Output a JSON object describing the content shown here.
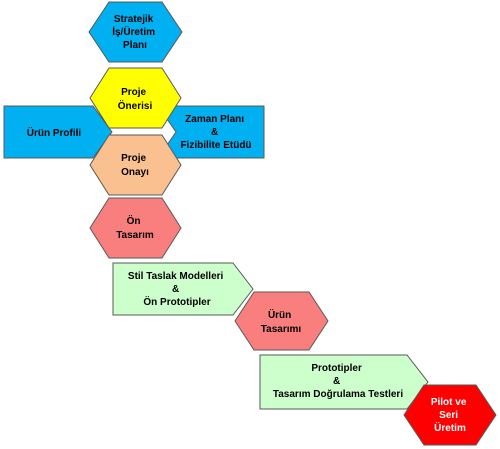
{
  "colors": {
    "blue": "#00b0f0",
    "yellow": "#ffff00",
    "peach": "#fac090",
    "salmon": "#f97f7f",
    "mint": "#ccffcc",
    "red": "#ff0000",
    "outline": "#595959"
  },
  "nodes": {
    "stratejik": {
      "lines": [
        "Stratejik",
        "İş/Üretim",
        "Planı"
      ]
    },
    "proje_onerisi": {
      "lines": [
        "Proje",
        "Önerisi"
      ]
    },
    "urun_profili": {
      "lines": [
        "Ürün Profili"
      ]
    },
    "zaman_plani": {
      "lines": [
        "Zaman Planı",
        "&",
        "Fizibilite Etüdü"
      ]
    },
    "proje_onayi": {
      "lines": [
        "Proje",
        "Onayı"
      ]
    },
    "on_tasarim": {
      "lines": [
        "Ön",
        "Tasarım"
      ]
    },
    "stil_taslak": {
      "lines": [
        "Stil Taslak Modelleri",
        "&",
        "Ön Prototipler"
      ]
    },
    "urun_tasarimi": {
      "lines": [
        "Ürün",
        "Tasarımı"
      ]
    },
    "prototipler": {
      "lines": [
        "Prototipler",
        "&",
        "Tasarım Doğrulama Testleri"
      ]
    },
    "pilot": {
      "lines": [
        "Pilot ve",
        "Seri",
        "Üretim"
      ]
    }
  }
}
